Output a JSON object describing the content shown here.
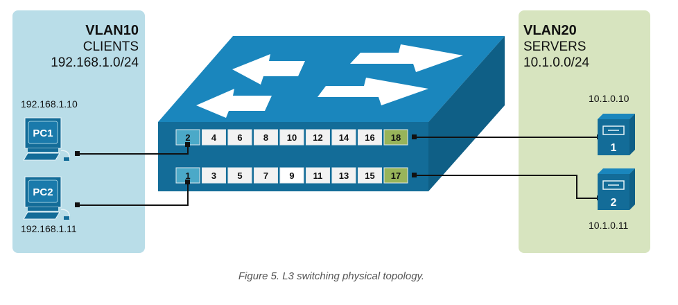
{
  "vlan10": {
    "title": "VLAN10",
    "subtitle": "CLIENTS",
    "subnet": "192.168.1.0/24",
    "color": "#b9dde8"
  },
  "vlan20": {
    "title": "VLAN20",
    "subtitle": "SERVERS",
    "subnet": "10.1.0.0/24",
    "color": "#d7e4bf"
  },
  "clients": [
    {
      "label": "PC1",
      "ip": "192.168.1.10",
      "port": "2"
    },
    {
      "label": "PC2",
      "ip": "192.168.1.11",
      "port": "1"
    }
  ],
  "servers": [
    {
      "label": "1",
      "ip": "10.1.0.10",
      "port": "18"
    },
    {
      "label": "2",
      "ip": "10.1.0.11",
      "port": "17"
    }
  ],
  "switch": {
    "top_ports": [
      "2",
      "4",
      "6",
      "8",
      "10",
      "12",
      "14",
      "16",
      "18"
    ],
    "bottom_ports": [
      "1",
      "3",
      "5",
      "7",
      "9",
      "11",
      "13",
      "15",
      "17"
    ],
    "colors": {
      "top": "#1a86bd",
      "front": "#136c98",
      "side": "#0f5f86",
      "vlan10_port": "#4ba9c8",
      "vlan20_port": "#98b45a",
      "port": "#f2f2f2"
    }
  },
  "caption": "Figure 5. L3 switching physical topology."
}
